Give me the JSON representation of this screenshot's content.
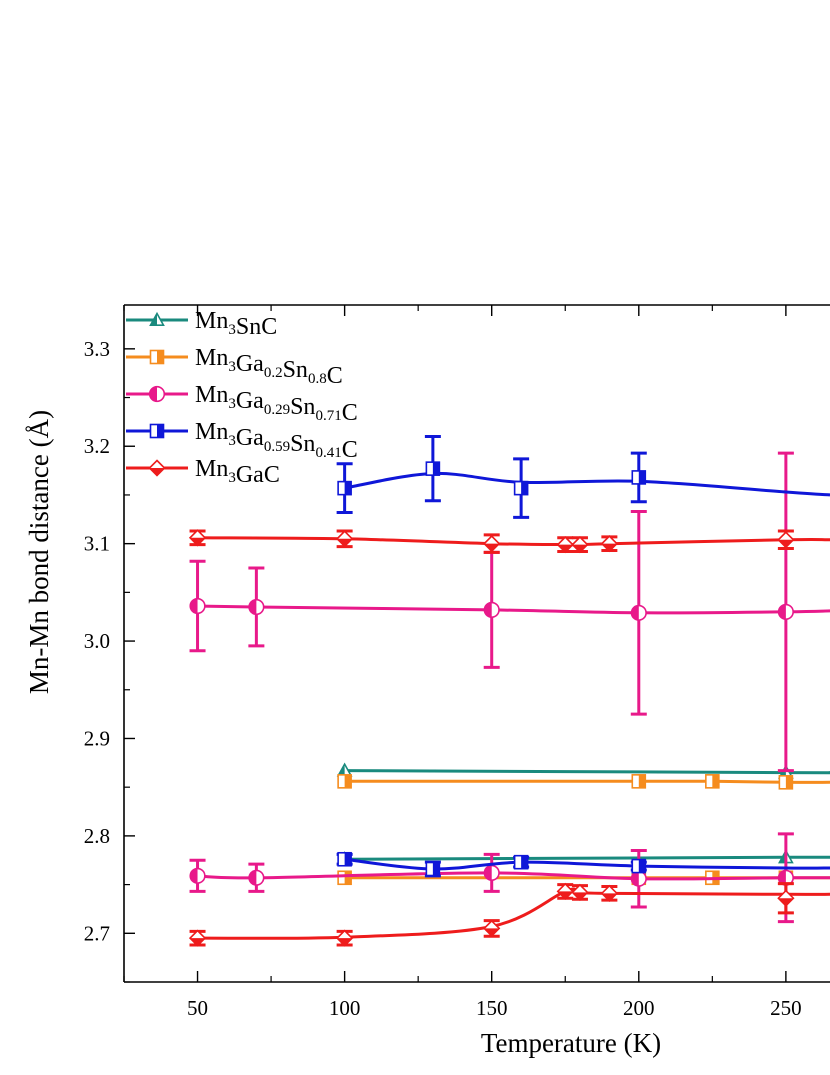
{
  "chart_data": {
    "type": "line",
    "xlabel": "Temperature (K)",
    "ylabel": "Mn-Mn bond distance (Å)",
    "xlim": [
      25,
      265
    ],
    "ylim": [
      2.65,
      3.345
    ],
    "xticks": [
      50,
      100,
      150,
      200,
      250
    ],
    "yticks": [
      2.7,
      2.8,
      2.9,
      3.0,
      3.1,
      3.2,
      3.3
    ],
    "xtick_labels": [
      "50",
      "100",
      "150",
      "200",
      "250"
    ],
    "ytick_labels": [
      "2.7",
      "2.8",
      "2.9",
      "3.0",
      "3.1",
      "3.2",
      "3.3"
    ],
    "legend_position": "top-left",
    "series": [
      {
        "name": "Mn3SnC",
        "legend_parts": [
          [
            "Mn",
            ""
          ],
          [
            "3",
            "sub"
          ],
          [
            "SnC",
            ""
          ]
        ],
        "color": "#1a8a7e",
        "marker": "triangle",
        "curves": [
          {
            "x": [
              100,
              250,
              265
            ],
            "y": [
              2.867,
              2.865,
              2.865
            ]
          },
          {
            "x": [
              100,
              250,
              265
            ],
            "y": [
              2.776,
              2.778,
              2.778
            ]
          }
        ],
        "points": [
          {
            "x": 100,
            "y": 2.867,
            "err": 0
          },
          {
            "x": 250,
            "y": 2.865,
            "err": 0
          },
          {
            "x": 100,
            "y": 2.776,
            "err": 0
          },
          {
            "x": 250,
            "y": 2.778,
            "err": 0
          }
        ]
      },
      {
        "name": "Mn3Ga0.2Sn0.8C",
        "legend_parts": [
          [
            "Mn",
            ""
          ],
          [
            "3",
            "sub"
          ],
          [
            "Ga",
            ""
          ],
          [
            "0.2",
            "sub"
          ],
          [
            "Sn",
            ""
          ],
          [
            "0.8",
            "sub"
          ],
          [
            "C",
            ""
          ]
        ],
        "color": "#f58c1e",
        "marker": "square",
        "curves": [
          {
            "x": [
              100,
              200,
              225,
              250,
              265
            ],
            "y": [
              2.856,
              2.856,
              2.856,
              2.855,
              2.855
            ]
          },
          {
            "x": [
              100,
              200,
              225,
              250,
              265
            ],
            "y": [
              2.757,
              2.757,
              2.757,
              2.757,
              2.757
            ]
          }
        ],
        "points": [
          {
            "x": 100,
            "y": 2.856,
            "err": 0
          },
          {
            "x": 200,
            "y": 2.856,
            "err": 0
          },
          {
            "x": 225,
            "y": 2.856,
            "err": 0
          },
          {
            "x": 250,
            "y": 2.855,
            "err": 0
          },
          {
            "x": 100,
            "y": 2.757,
            "err": 0
          },
          {
            "x": 200,
            "y": 2.757,
            "err": 0
          },
          {
            "x": 225,
            "y": 2.757,
            "err": 0
          },
          {
            "x": 250,
            "y": 2.757,
            "err": 0
          }
        ]
      },
      {
        "name": "Mn3Ga0.29Sn0.71C",
        "legend_parts": [
          [
            "Mn",
            ""
          ],
          [
            "3",
            "sub"
          ],
          [
            "Ga",
            ""
          ],
          [
            "0.29",
            "sub"
          ],
          [
            "Sn",
            ""
          ],
          [
            "0.71",
            "sub"
          ],
          [
            "C",
            ""
          ]
        ],
        "color": "#e8198a",
        "marker": "circle",
        "curves": [
          {
            "x": [
              50,
              70,
              150,
              200,
              250,
              265
            ],
            "y": [
              3.036,
              3.035,
              3.032,
              3.029,
              3.03,
              3.031
            ]
          },
          {
            "x": [
              50,
              70,
              150,
              200,
              250,
              265
            ],
            "y": [
              2.759,
              2.757,
              2.762,
              2.756,
              2.757,
              2.757
            ]
          }
        ],
        "points": [
          {
            "x": 50,
            "y": 3.036,
            "err": 0.046
          },
          {
            "x": 70,
            "y": 3.035,
            "err": 0.04
          },
          {
            "x": 150,
            "y": 3.032,
            "err": 0.059
          },
          {
            "x": 200,
            "y": 3.029,
            "err": 0.104
          },
          {
            "x": 250,
            "y": 3.03,
            "err": 0.163
          },
          {
            "x": 50,
            "y": 2.759,
            "err": 0.016
          },
          {
            "x": 70,
            "y": 2.757,
            "err": 0.014
          },
          {
            "x": 150,
            "y": 2.762,
            "err": 0.019
          },
          {
            "x": 200,
            "y": 2.756,
            "err": 0.029
          },
          {
            "x": 250,
            "y": 2.757,
            "err": 0.045
          }
        ]
      },
      {
        "name": "Mn3Ga0.59Sn0.41C",
        "legend_parts": [
          [
            "Mn",
            ""
          ],
          [
            "3",
            "sub"
          ],
          [
            "Ga",
            ""
          ],
          [
            "0.59",
            "sub"
          ],
          [
            "Sn",
            ""
          ],
          [
            "0.41",
            "sub"
          ],
          [
            "C",
            ""
          ]
        ],
        "color": "#0f17d8",
        "marker": "square",
        "curves": [
          {
            "x": [
              100,
              130,
              160,
              200,
              250,
              265
            ],
            "y": [
              3.157,
              3.172,
              3.163,
              3.164,
              3.153,
              3.15
            ]
          },
          {
            "x": [
              100,
              130,
              160,
              200,
              250,
              265
            ],
            "y": [
              2.776,
              2.766,
              2.773,
              2.769,
              2.767,
              2.767
            ]
          }
        ],
        "points": [
          {
            "x": 100,
            "y": 3.157,
            "err": 0.025
          },
          {
            "x": 130,
            "y": 3.177,
            "err": 0.033
          },
          {
            "x": 160,
            "y": 3.157,
            "err": 0.03
          },
          {
            "x": 200,
            "y": 3.168,
            "err": 0.025
          },
          {
            "x": 100,
            "y": 2.776,
            "err": 0.005
          },
          {
            "x": 130,
            "y": 2.766,
            "err": 0.007
          },
          {
            "x": 160,
            "y": 2.773,
            "err": 0.005
          },
          {
            "x": 200,
            "y": 2.769,
            "err": 0.004
          }
        ]
      },
      {
        "name": "Mn3GaC",
        "legend_parts": [
          [
            "Mn",
            ""
          ],
          [
            "3",
            "sub"
          ],
          [
            "GaC",
            ""
          ]
        ],
        "color": "#ee1c1c",
        "marker": "diamond",
        "curves": [
          {
            "x": [
              50,
              100,
              150,
              175,
              180,
              190,
              250,
              265
            ],
            "y": [
              3.106,
              3.105,
              3.1,
              3.099,
              3.099,
              3.1,
              3.104,
              3.104
            ]
          },
          {
            "x": [
              50,
              100,
              150,
              175,
              180,
              190,
              250,
              265
            ],
            "y": [
              2.695,
              2.696,
              2.707,
              2.743,
              2.742,
              2.741,
              2.74,
              2.74
            ]
          }
        ],
        "points": [
          {
            "x": 50,
            "y": 3.106,
            "err": 0.007
          },
          {
            "x": 100,
            "y": 3.105,
            "err": 0.008
          },
          {
            "x": 150,
            "y": 3.1,
            "err": 0.009
          },
          {
            "x": 175,
            "y": 3.099,
            "err": 0.007
          },
          {
            "x": 180,
            "y": 3.099,
            "err": 0.007
          },
          {
            "x": 190,
            "y": 3.1,
            "err": 0.007
          },
          {
            "x": 250,
            "y": 3.104,
            "err": 0.009
          },
          {
            "x": 50,
            "y": 2.695,
            "err": 0.007
          },
          {
            "x": 100,
            "y": 2.695,
            "err": 0.007
          },
          {
            "x": 150,
            "y": 2.705,
            "err": 0.008
          },
          {
            "x": 175,
            "y": 2.743,
            "err": 0.007
          },
          {
            "x": 180,
            "y": 2.742,
            "err": 0.007
          },
          {
            "x": 190,
            "y": 2.741,
            "err": 0.007
          },
          {
            "x": 250,
            "y": 2.736,
            "err": 0.015
          }
        ]
      }
    ]
  }
}
